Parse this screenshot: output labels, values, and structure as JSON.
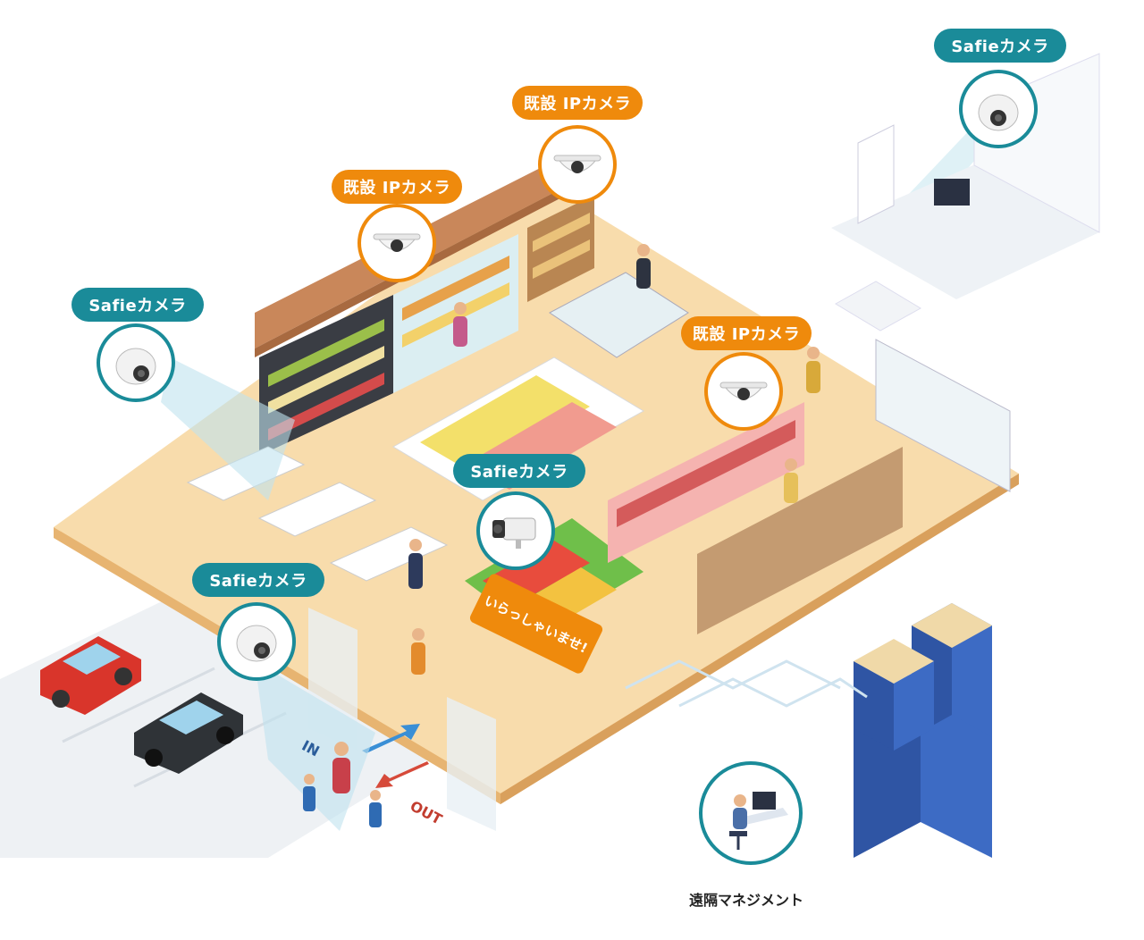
{
  "labels": {
    "safie_camera": "Safieカメラ",
    "existing_ip_camera": "既設 IPカメラ",
    "welcome_sign": "いらっしゃいませ!",
    "entrance_in": "IN",
    "entrance_out": "OUT",
    "remote_management": "遠隔マネジメント"
  },
  "colors": {
    "safie_teal": "#1a8b99",
    "existing_orange": "#ef8a0c",
    "floor": "#f6d9a8",
    "road": "#e9ecef",
    "building_blue": "#2f55a4"
  },
  "icons": {
    "dome_camera": "dome-camera-icon",
    "ceiling_camera": "ceiling-dome-camera-icon",
    "box_camera": "box-camera-icon",
    "remote_office": "remote-operator-icon"
  }
}
